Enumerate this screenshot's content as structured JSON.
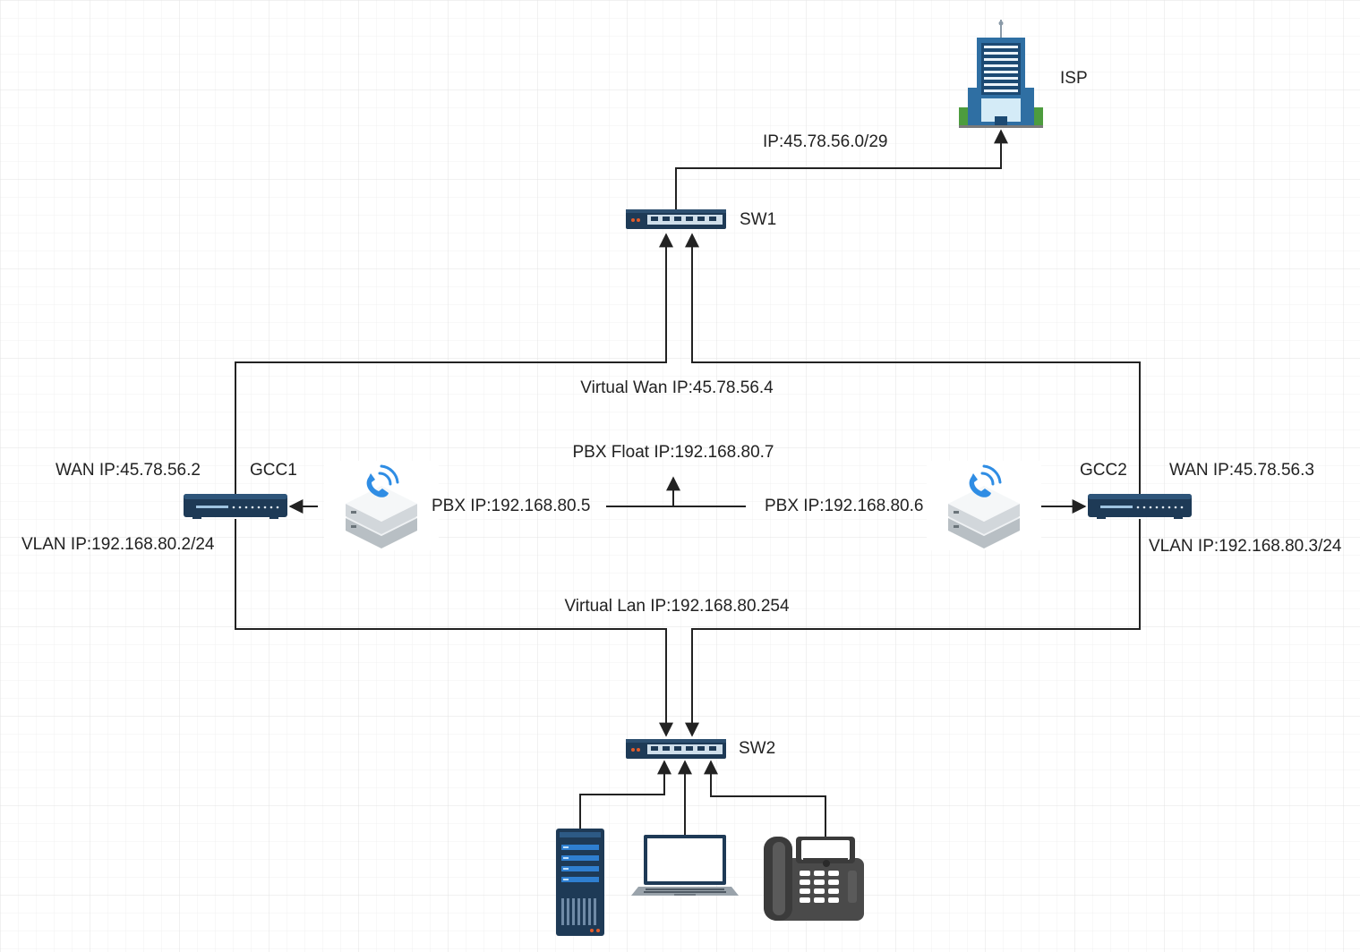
{
  "nodes": {
    "isp": {
      "label": "ISP",
      "icon": "office-building-icon"
    },
    "sw1": {
      "label": "SW1",
      "icon": "network-switch-icon"
    },
    "sw2": {
      "label": "SW2",
      "icon": "network-switch-icon"
    },
    "gcc1": {
      "label": "GCC1",
      "icon": "gateway-router-icon",
      "wan": "WAN IP:45.78.56.2",
      "vlan": "VLAN IP:192.168.80.2/24"
    },
    "gcc2": {
      "label": "GCC2",
      "icon": "gateway-router-icon",
      "wan": "WAN IP:45.78.56.3",
      "vlan": "VLAN IP:192.168.80.3/24"
    },
    "pbx1": {
      "ip": "PBX IP:192.168.80.5",
      "icon": "pbx-server-icon"
    },
    "pbx2": {
      "ip": "PBX IP:192.168.80.6",
      "icon": "pbx-server-icon"
    },
    "server": {
      "icon": "server-tower-icon"
    },
    "laptop": {
      "icon": "laptop-icon"
    },
    "phone": {
      "icon": "desk-phone-icon"
    }
  },
  "links": {
    "isp_subnet": "IP:45.78.56.0/29",
    "virtual_wan": "Virtual Wan IP:45.78.56.4",
    "pbx_float": "PBX Float IP:192.168.80.7",
    "virtual_lan": "Virtual Lan IP:192.168.80.254"
  },
  "colors": {
    "background": "#ffffff",
    "grid": "#e6e6e6",
    "line": "#222222",
    "device_dark": "#1e3a56",
    "building_blue": "#2f6fa3",
    "pbx_blue": "#2f8de4"
  }
}
